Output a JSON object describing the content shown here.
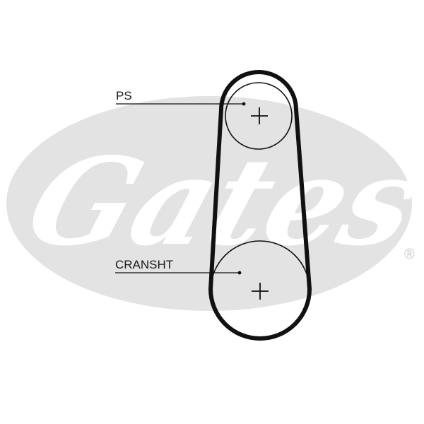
{
  "brand": {
    "watermark_text": "Gates",
    "registered_mark": "®",
    "watermark_color": "#e3e3e3"
  },
  "diagram": {
    "belt_color": "#111111",
    "pulley_outline_color": "#111111",
    "leader_line_color": "#111111",
    "pulleys": [
      {
        "id": "ps",
        "label": "PS",
        "center_icon": "plus-crosshair-icon"
      },
      {
        "id": "crankshaft",
        "label": "CRANSHT",
        "center_icon": "plus-crosshair-icon"
      }
    ]
  }
}
